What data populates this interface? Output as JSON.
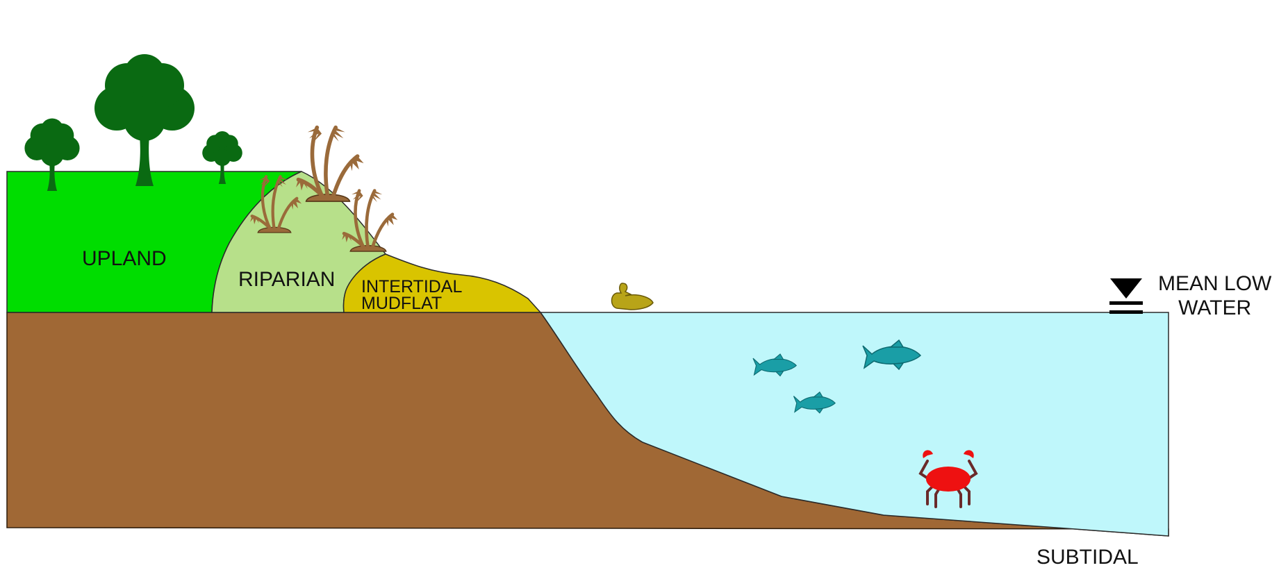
{
  "diagram": {
    "zones": {
      "upland": "UPLAND",
      "riparian": "RIPARIAN",
      "intertidal_line1": "INTERTIDAL",
      "intertidal_line2": "MUDFLAT",
      "subtidal": "SUBTIDAL"
    },
    "water_level": {
      "line1": "MEAN LOW",
      "line2": "WATER"
    },
    "icons": [
      "tree-icon",
      "reed-icon",
      "duck-icon",
      "fish-icon",
      "crab-icon",
      "water-level-symbol-icon"
    ],
    "colors": {
      "upland": "#00dd00",
      "riparian": "#b7e08a",
      "mudflat": "#d9c400",
      "soil": "#a06835",
      "water": "#bff7fb",
      "tree": "#0a6a12",
      "reed": "#9a6a3a",
      "duck": "#b8a418",
      "fish": "#1a9ea6",
      "crab": "#ee1111"
    }
  }
}
